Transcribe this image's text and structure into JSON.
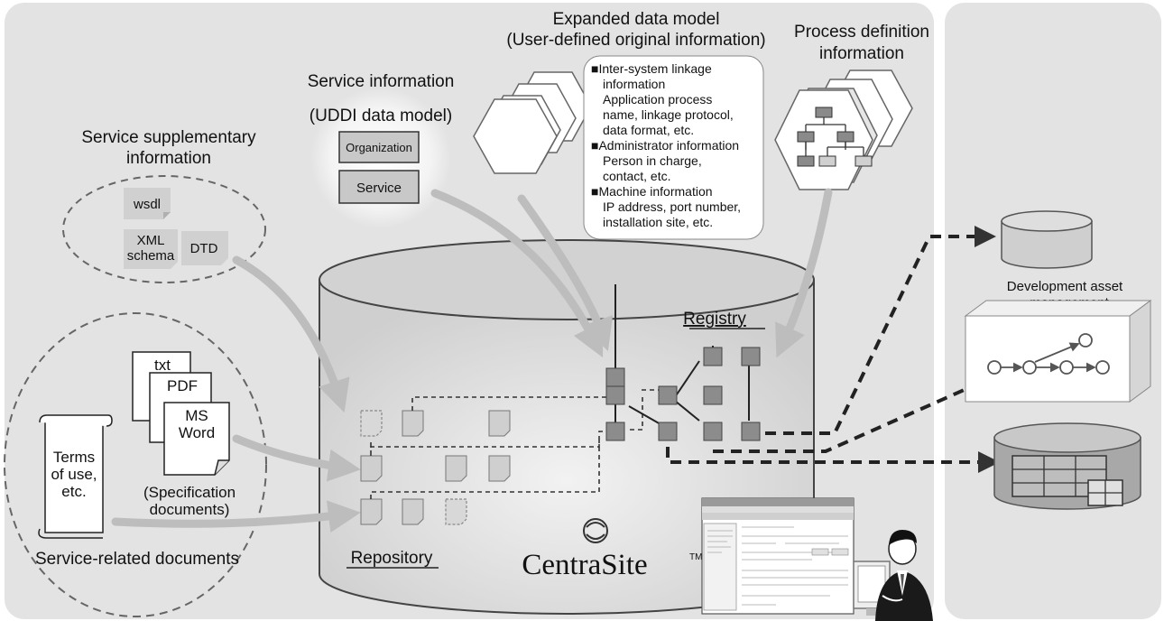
{
  "supplementary": {
    "title1": "Service supplementary",
    "title2": "information",
    "files": [
      "wsdl",
      "XML",
      "schema",
      "DTD"
    ]
  },
  "service_info": {
    "title1": "Service information",
    "title2": "(UDDI data model)",
    "organization": "Organization",
    "service": "Service"
  },
  "expanded": {
    "title1": "Expanded data model",
    "title2": "(User-defined original information)",
    "lines": [
      "■Inter-system linkage",
      "information",
      "Application process",
      "name, linkage protocol,",
      "data format, etc.",
      "■Administrator information",
      "Person in charge,",
      "contact, etc.",
      "■Machine information",
      "IP address, port number,",
      "installation site, etc."
    ]
  },
  "process": {
    "title1": "Process definition",
    "title2": "information"
  },
  "documents": {
    "txt": "txt",
    "pdf": "PDF",
    "ms1": "MS",
    "ms2": "Word",
    "spec1": "(Specification",
    "spec2": "documents)",
    "terms": [
      "Terms",
      "of use,",
      "etc."
    ],
    "footer": "Service-related documents"
  },
  "db": {
    "registry": "Registry",
    "repository": "Repository",
    "brand": "CentraSite",
    "tm": "TM"
  },
  "right": {
    "dev1": "Development asset",
    "dev2": "management"
  },
  "colors": {
    "panel": "#e3e3e3",
    "cylinder": "#dcdcdc",
    "arrow": "#bdbdbd",
    "node": "#8c8c8c",
    "file": "#d0d0d0"
  }
}
